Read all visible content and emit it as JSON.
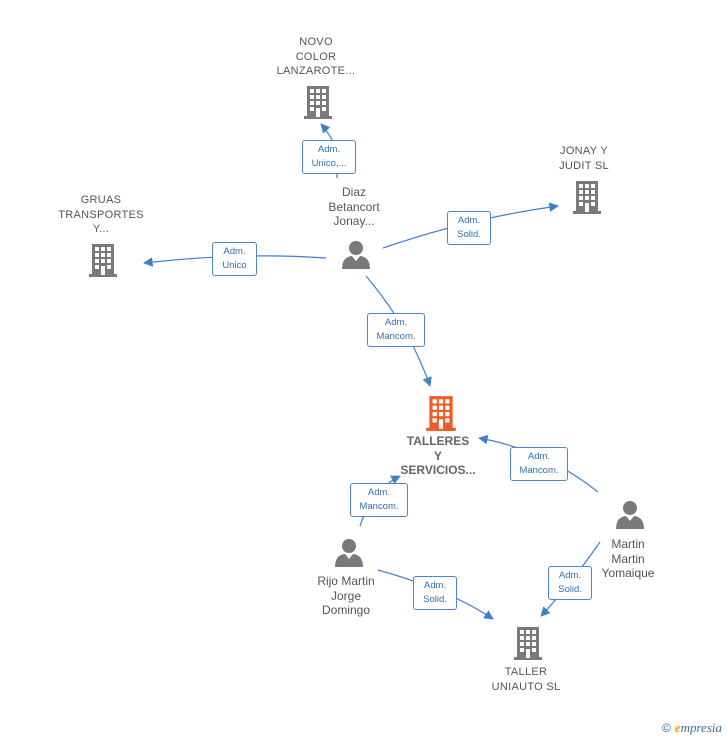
{
  "nodes": {
    "novo_color": "NOVO\nCOLOR\nLANZAROTE...",
    "jonay_judit": "JONAY Y\nJUDIT  SL",
    "gruas": "GRUAS\nTRANSPORTES\nY...",
    "diaz": "Diaz\nBetancort\nJonay...",
    "talleres": "TALLERES\nY\nSERVICIOS...",
    "rijo": "Rijo Martin\nJorge\nDomingo",
    "martin": "Martin\nMartin\nYomaique",
    "taller_uniauto": "TALLER\nUNIAUTO SL"
  },
  "relations": {
    "diaz_novo": "Adm.\nUnico,...",
    "diaz_jonay": "Adm.\nSolid.",
    "diaz_gruas": "Adm.\nUnico",
    "diaz_talleres": "Adm.\nMancom.",
    "rijo_talleres": "Adm.\nMancom.",
    "martin_talleres": "Adm.\nMancom.",
    "rijo_uniauto": "Adm.\nSolid.",
    "martin_uniauto": "Adm.\nSolid."
  },
  "footer": {
    "copyright": "©",
    "brand_e": "e",
    "brand_rest": "mpresia"
  },
  "colors": {
    "edge": "#3f7fcf",
    "company": "#7a7a7a",
    "main_company": "#f15a24",
    "person": "#7a7a7a"
  }
}
